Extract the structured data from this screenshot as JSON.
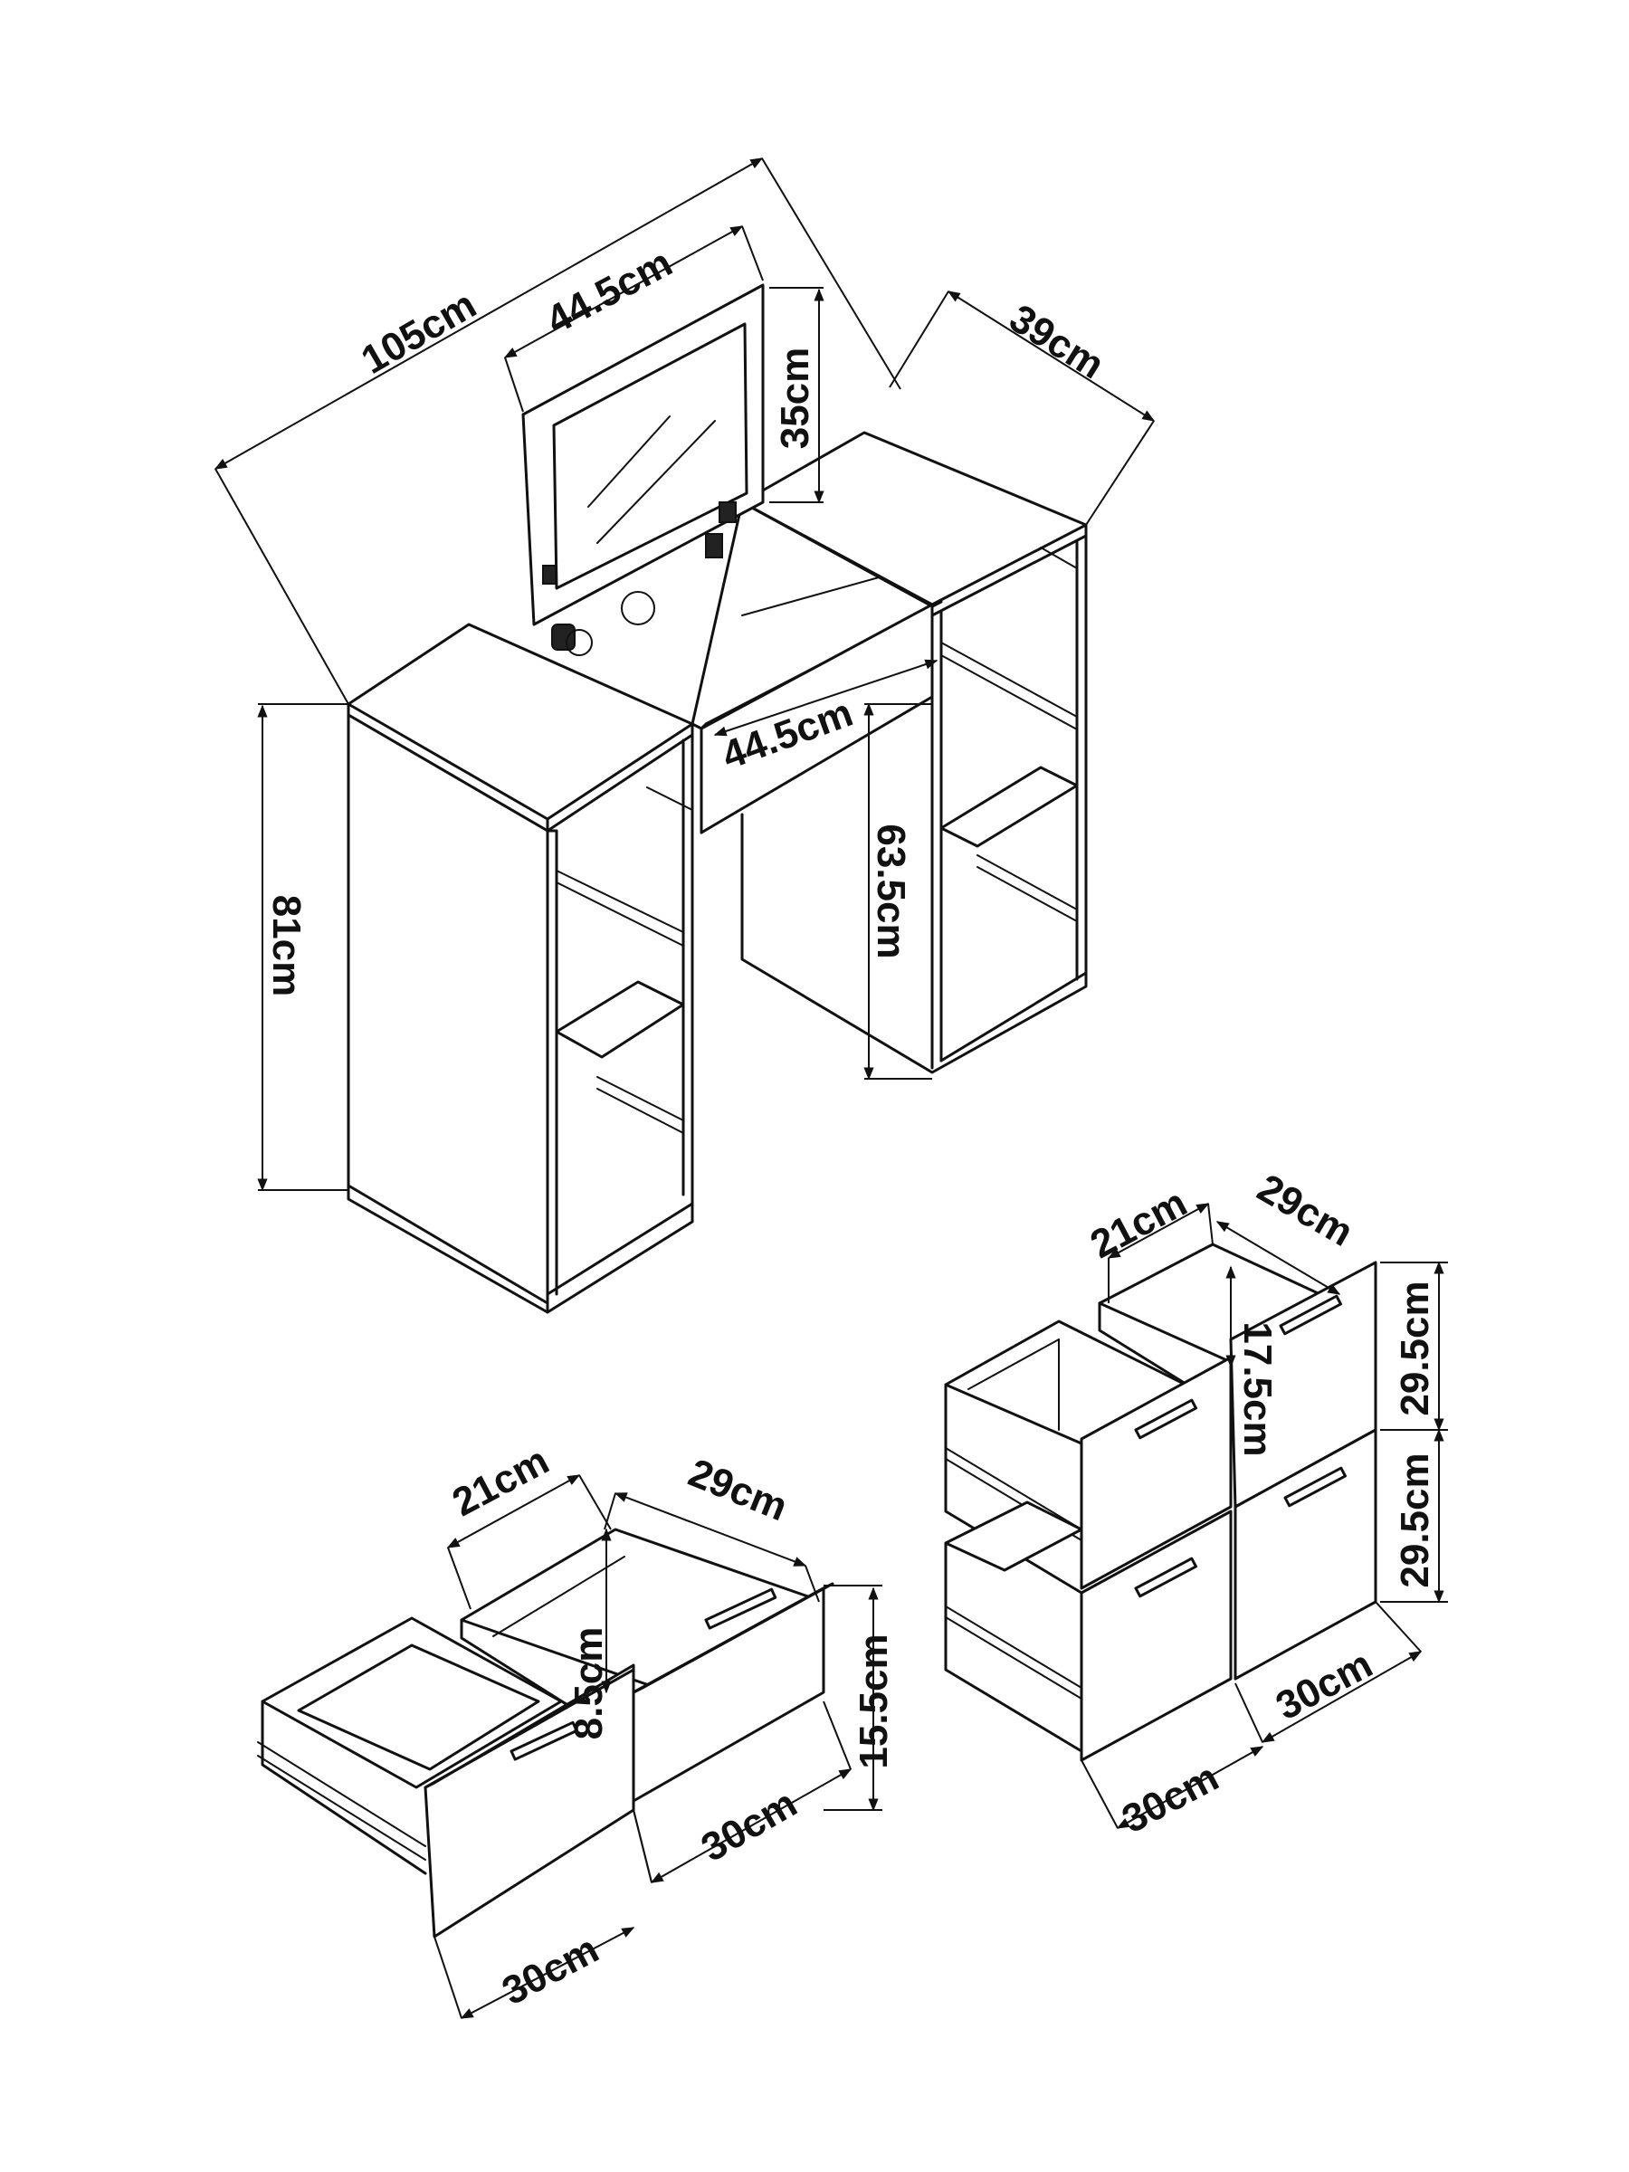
{
  "colors": {
    "stroke": "#111111",
    "background": "#ffffff"
  },
  "vanity": {
    "width_total": "105cm",
    "mirror_width": "44.5cm",
    "mirror_height": "35cm",
    "depth": "39cm",
    "drawer_width": "44.5cm",
    "height_total": "81cm",
    "knee_height": "63.5cm"
  },
  "small_drawers": {
    "inner_depth": "21cm",
    "inner_width": "29cm",
    "inner_height": "8.5cm",
    "front_height": "15.5cm",
    "front_width_a": "30cm",
    "front_width_b": "30cm"
  },
  "large_drawers": {
    "inner_depth": "21cm",
    "inner_width": "29cm",
    "inner_height": "17.5cm",
    "front_height_top": "29.5cm",
    "front_height_bottom": "29.5cm",
    "front_width_a": "30cm",
    "front_width_b": "30cm"
  }
}
